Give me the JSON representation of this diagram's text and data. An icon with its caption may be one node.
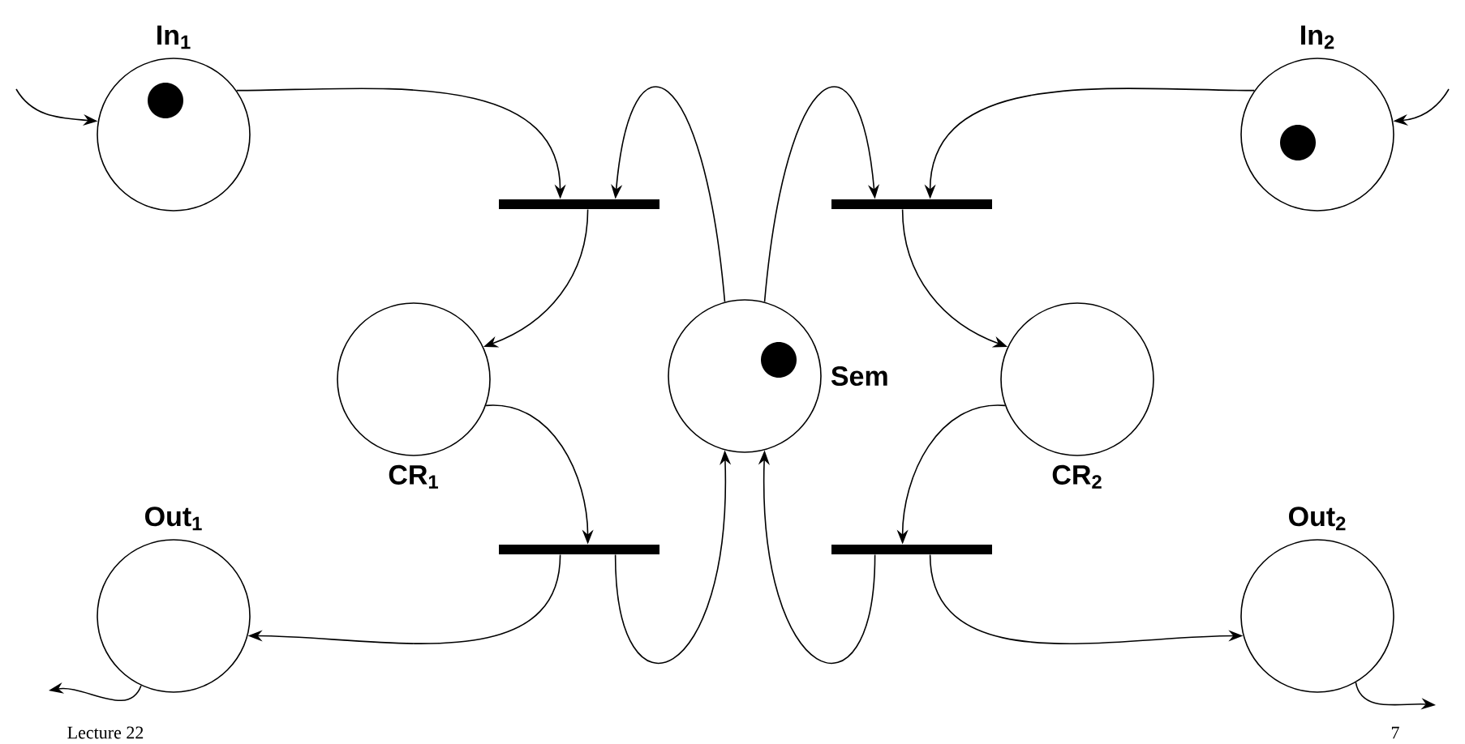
{
  "diagram": {
    "nodes": [
      {
        "text": [
          "In$_{1}$"
        ]
      },
      {
        "text": [
          "In$_{2}$"
        ]
      },
      {
        "text": [],
        "shape": "bar"
      },
      {
        "text": [],
        "shape": "bar"
      },
      {
        "text": [
          "CR$_{1}$"
        ]
      },
      {
        "text": [
          "Sem"
        ]
      },
      {
        "text": [
          "CR$_{2}$"
        ]
      },
      {
        "text": [
          "Out$_{1}$"
        ]
      },
      {
        "text": [],
        "shape": "bar"
      },
      {
        "text": [],
        "shape": "bar"
      },
      {
        "text": [
          "Out$_{2}$"
        ]
      }
    ],
    "edges": [
      {
        "from": null,
        "to": 0,
        "arrow": "to"
      },
      {
        "from": 0,
        "to": 2,
        "arrow": "to"
      },
      {
        "from": 5,
        "to": 2,
        "arrow": "to"
      },
      {
        "from": 2,
        "to": 4,
        "arrow": "to"
      },
      {
        "from": 4,
        "to": 8,
        "arrow": "to"
      },
      {
        "from": 8,
        "to": 7,
        "arrow": "to"
      },
      {
        "from": 8,
        "to": 5,
        "arrow": "to"
      },
      {
        "from": 7,
        "to": null,
        "arrow": "to"
      },
      {
        "from": null,
        "to": 1,
        "arrow": "to"
      },
      {
        "from": 1,
        "to": 3,
        "arrow": "to"
      },
      {
        "from": 5,
        "to": 3,
        "arrow": "to"
      },
      {
        "from": 3,
        "to": 6,
        "arrow": "to"
      },
      {
        "from": 6,
        "to": 9,
        "arrow": "to"
      },
      {
        "from": 9,
        "to": 10,
        "arrow": "to"
      },
      {
        "from": 9,
        "to": 5,
        "arrow": "to"
      },
      {
        "from": 10,
        "to": null,
        "arrow": "to"
      }
    ],
    "labels": [
      "Lecture 22",
      "7"
    ]
  }
}
